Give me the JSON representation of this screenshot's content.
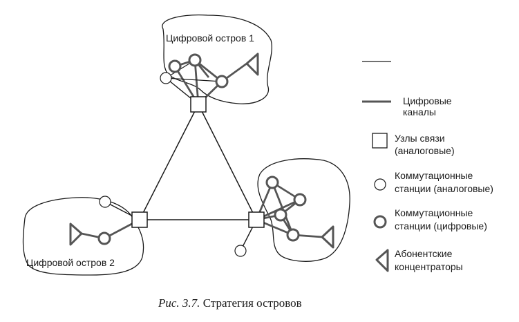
{
  "islands": {
    "island1": "Цифровой остров 1",
    "island2": "Цифровой остров 2"
  },
  "legend": {
    "analog_channels": "",
    "digital_channels_line1": "Цифровые",
    "digital_channels_line2": "каналы",
    "nodes_line1": "Узлы связи",
    "nodes_line2": "(аналоговые)",
    "analog_exchanges_line1": "Коммутационные",
    "analog_exchanges_line2": "станции (аналоговые)",
    "digital_exchanges_line1": "Коммутационные",
    "digital_exchanges_line2": "станции (цифровые)",
    "concentrators_line1": "Абонентские",
    "concentrators_line2": "концентраторы"
  },
  "caption": {
    "prefix": "Рис. 3.7.",
    "text": " Стратегия островов"
  },
  "colors": {
    "ink": "#1a1a1a",
    "digital_line": "#555555"
  }
}
